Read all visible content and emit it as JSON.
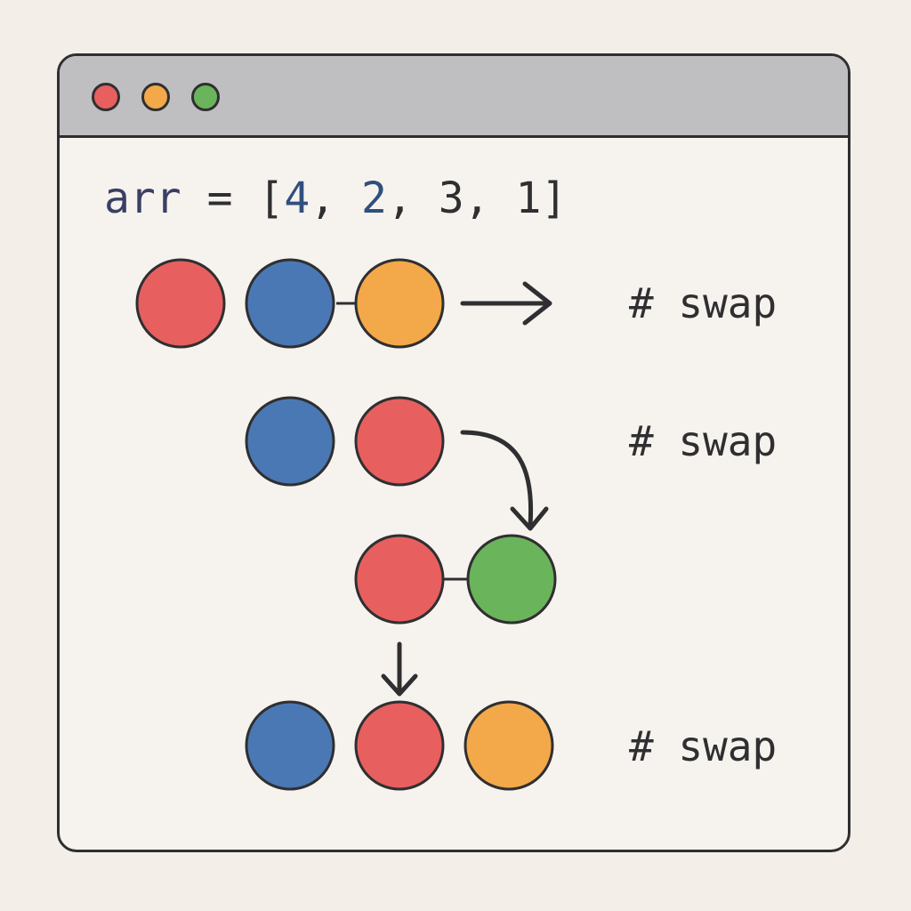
{
  "window": {
    "traffic_lights": [
      {
        "name": "close",
        "color": "#e85f5f"
      },
      {
        "name": "minimize",
        "color": "#f3a84a"
      },
      {
        "name": "zoom",
        "color": "#6ab45c"
      }
    ]
  },
  "code": {
    "variable": "arr",
    "operator": "=",
    "open_bracket": "[",
    "values": [
      "4",
      "2",
      "3",
      "1"
    ],
    "separator": ",",
    "close_bracket": "]"
  },
  "steps": [
    {
      "comment": "# swap",
      "balls": [
        "red",
        "blue",
        "orange"
      ]
    },
    {
      "comment": "# swap",
      "balls": [
        "blue",
        "red"
      ]
    },
    {
      "comment": "",
      "balls": [
        "red",
        "green"
      ]
    },
    {
      "comment": "# swap",
      "balls": [
        "blue",
        "red",
        "orange"
      ]
    }
  ],
  "colors": {
    "red": "#e85f5f",
    "blue": "#4a78b5",
    "orange": "#f3a84a",
    "green": "#6ab45c",
    "outline": "#2f2f31"
  }
}
